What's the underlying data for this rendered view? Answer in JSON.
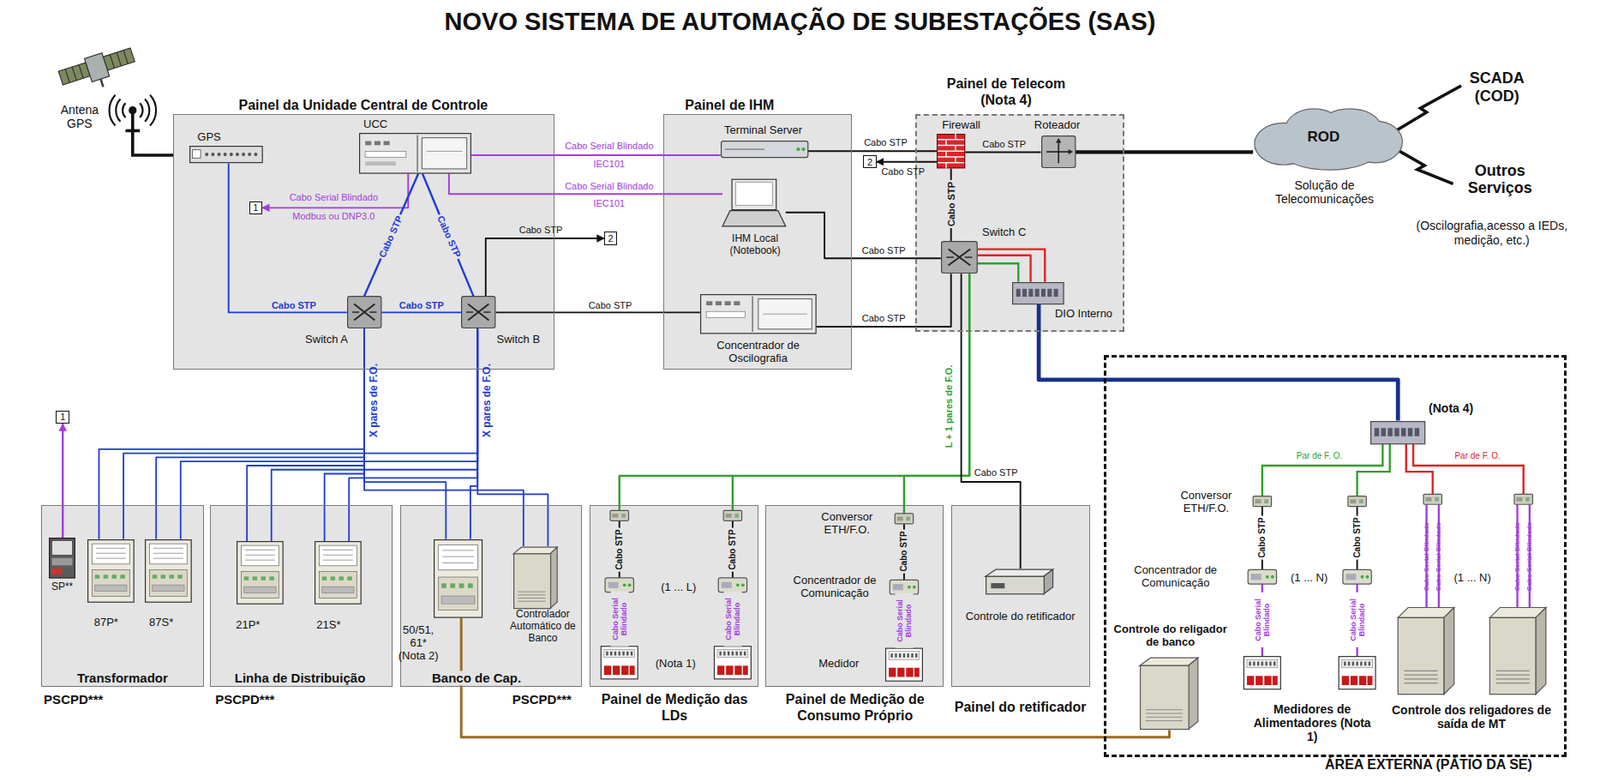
{
  "diagram": {
    "title": "NOVO SISTEMA DE AUTOMAÇÃO DE SUBESTAÇÕES (SAS)",
    "nodes": [
      {
        "text": [
          "Painel da Unidade Central de Controle"
        ]
      },
      {
        "text": [
          "GPS"
        ],
        "in": 0
      },
      {
        "text": [
          "UCC"
        ],
        "in": 0
      },
      {
        "text": [
          "1"
        ],
        "in": 0
      },
      {
        "text": [
          "Switch A"
        ],
        "in": 0
      },
      {
        "text": [
          "Switch B"
        ],
        "in": 0
      },
      {
        "text": [
          "2"
        ]
      },
      {
        "text": [
          "Painel de IHM"
        ]
      },
      {
        "text": [
          "Terminal Server"
        ],
        "in": 7
      },
      {
        "text": [
          "IHM Local (Notebook)"
        ],
        "in": 7
      },
      {
        "text": [
          "Concentrador de Oscilografia"
        ],
        "in": 7
      },
      {
        "text": [
          "2"
        ]
      },
      {
        "text": [
          "Painel de Telecom (Nota 4)"
        ]
      },
      {
        "text": [
          "Firewall"
        ],
        "in": 12
      },
      {
        "text": [
          "Roteador"
        ],
        "in": 12
      },
      {
        "text": [
          "Switch C"
        ],
        "in": 12
      },
      {
        "text": [
          "DIO Interno"
        ],
        "in": 12
      },
      {
        "text": [
          "ROD",
          "Solução de Telecomunicações"
        ]
      },
      {
        "text": [
          "1"
        ]
      },
      {
        "text": [
          "Transformador",
          "PSCPD***"
        ]
      },
      {
        "text": [
          "SP**"
        ],
        "in": 19
      },
      {
        "text": [
          "87P*"
        ],
        "in": 19
      },
      {
        "text": [
          "87S*"
        ],
        "in": 19
      },
      {
        "text": [
          "Linha de Distribuição",
          "PSCPD***"
        ]
      },
      {
        "text": [
          "21P*"
        ],
        "in": 23
      },
      {
        "text": [
          "21S*"
        ],
        "in": 23
      },
      {
        "text": [
          "Banco de Cap.",
          "PSCPD***"
        ]
      },
      {
        "text": [
          "50/51, 61* (Nota 2)"
        ],
        "in": 26
      },
      {
        "text": [
          "Controlador Automático de Banco"
        ],
        "in": 26
      },
      {
        "text": [
          "Painel de Medição das LDs"
        ]
      },
      {
        "text": [
          "Painel de Medição de Consumo Próprio"
        ]
      },
      {
        "text": [
          "Painel do retificador"
        ]
      },
      {
        "text": [
          "Controle do retificador"
        ],
        "in": 31
      },
      {
        "text": [
          "ÁREA EXTERNA (PÁTIO DA SE)"
        ]
      },
      {
        "text": [
          "(Nota 4)"
        ],
        "in": 33
      },
      {
        "text": [
          "Controle do religador de banco"
        ],
        "in": 33
      }
    ],
    "edges": [
      {
        "from": 1,
        "to": 4,
        "arrow": "none",
        "label": "Cabo STP"
      },
      {
        "from": 2,
        "to": 3,
        "arrow": "to",
        "label": "Cabo Serial Blindado"
      },
      {
        "from": 2,
        "to": 4,
        "arrow": "none",
        "label": "Cabo STP"
      },
      {
        "from": 2,
        "to": 5,
        "arrow": "none",
        "label": "Cabo STP"
      },
      {
        "from": 4,
        "to": 5,
        "arrow": "none",
        "label": "Cabo STP"
      },
      {
        "from": 5,
        "to": 6,
        "arrow": "to",
        "label": "Cabo STP"
      },
      {
        "from": 2,
        "to": 8,
        "arrow": "none",
        "label": "Cabo Serial Blindado"
      },
      {
        "from": 2,
        "to": 9,
        "arrow": "none",
        "label": "Cabo Serial Blindado"
      },
      {
        "from": 5,
        "to": 10,
        "arrow": "none",
        "label": "Cabo STP"
      },
      {
        "from": 8,
        "to": 13,
        "arrow": "none",
        "label": "Cabo STP"
      },
      {
        "from": 13,
        "to": 11,
        "arrow": "to",
        "label": "Cabo STP"
      },
      {
        "from": 13,
        "to": 14,
        "arrow": "none",
        "label": "Cabo STP"
      },
      {
        "from": 14,
        "to": 17,
        "arrow": "none"
      },
      {
        "from": 13,
        "to": 15,
        "arrow": "none",
        "label": "Cabo STP"
      },
      {
        "from": 9,
        "to": 15,
        "arrow": "none",
        "label": "Cabo STP"
      },
      {
        "from": 10,
        "to": 15,
        "arrow": "none",
        "label": "Cabo STP"
      },
      {
        "from": 15,
        "to": 16,
        "arrow": "none"
      },
      {
        "from": 16,
        "to": 34,
        "arrow": "none"
      },
      {
        "from": 15,
        "to": 29,
        "arrow": "none",
        "label": "L + 1 pares de F.O."
      },
      {
        "from": 15,
        "to": 30,
        "arrow": "none"
      },
      {
        "from": 15,
        "to": 32,
        "arrow": "none",
        "label": "Cabo STP"
      },
      {
        "from": 20,
        "to": 18,
        "arrow": "to"
      },
      {
        "from": 4,
        "to": 21,
        "arrow": "none",
        "label": "X pares de F.O."
      },
      {
        "from": 4,
        "to": 22,
        "arrow": "none"
      },
      {
        "from": 4,
        "to": 24,
        "arrow": "none"
      },
      {
        "from": 4,
        "to": 25,
        "arrow": "none"
      },
      {
        "from": 4,
        "to": 27,
        "arrow": "none"
      },
      {
        "from": 4,
        "to": 28,
        "arrow": "none"
      },
      {
        "from": 5,
        "to": 21,
        "arrow": "none",
        "label": "X pares de F.O."
      },
      {
        "from": 5,
        "to": 22,
        "arrow": "none"
      },
      {
        "from": 5,
        "to": 24,
        "arrow": "none"
      },
      {
        "from": 5,
        "to": 25,
        "arrow": "none"
      },
      {
        "from": 5,
        "to": 27,
        "arrow": "none"
      },
      {
        "from": 5,
        "to": 28,
        "arrow": "none"
      },
      {
        "from": 27,
        "to": 35,
        "arrow": "none"
      }
    ],
    "labels": [
      "Antena GPS",
      "Modbus ou DNP3.0",
      "IEC101",
      "IEC101",
      "SCADA (COD)",
      "Outros Serviços",
      "(Oscilografia,acesso a IEDs, medição, etc.)",
      "Cabo STP",
      "Cabo STP",
      "Cabo Serial Blindado",
      "Cabo Serial Blindado",
      "(1 ... L)",
      "(Nota 1)",
      "Conversor ETH/F.O.",
      "Cabo STP",
      "Concentrador de Comunicação",
      "Cabo Serial Blindado",
      "Medidor",
      "Par de F. O.",
      "Par de F. O.",
      "Conversor ETH/F.O.",
      "Cabo STP",
      "Cabo STP",
      "Concentrador de Comunicação",
      "(1 ... N)",
      "(1 ... N)",
      "Cabo Serial Blindado",
      "Cabo Serial Blindado",
      "Cabo Serial Blindado",
      "Cabo Serial Blindado",
      "Cabo Serial Blindado",
      "Cabo Serial Blindado",
      "Medidores de Alimentadores (Nota 1)",
      "Controle dos religadores de saída de MT"
    ]
  }
}
